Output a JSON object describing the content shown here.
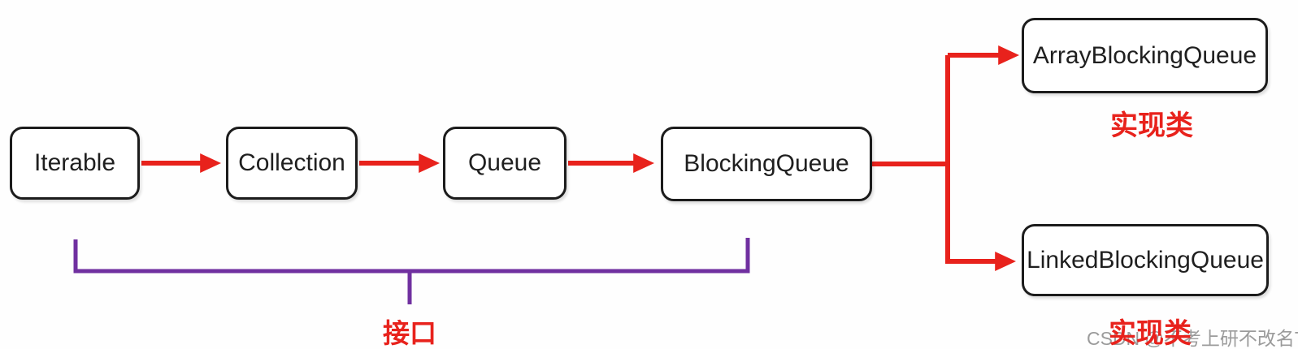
{
  "diagram": {
    "nodes": [
      {
        "label": "Iterable"
      },
      {
        "label": "Collection"
      },
      {
        "label": "Queue"
      },
      {
        "label": "BlockingQueue"
      },
      {
        "label": "ArrayBlockingQueue"
      },
      {
        "label": "LinkedBlockingQueue"
      }
    ],
    "edges": [
      {
        "from": "Iterable",
        "to": "Collection"
      },
      {
        "from": "Collection",
        "to": "Queue"
      },
      {
        "from": "Queue",
        "to": "BlockingQueue"
      },
      {
        "from": "BlockingQueue",
        "to": "ArrayBlockingQueue"
      },
      {
        "from": "BlockingQueue",
        "to": "LinkedBlockingQueue"
      }
    ],
    "annotations": {
      "interface_group_label": "接口",
      "array_impl_label": "实现类",
      "linked_impl_label": "实现类"
    },
    "colors": {
      "arrow_red": "#e8221c",
      "bracket_purple": "#7030a0",
      "annotation_red": "#e8221c",
      "node_border": "#1c1c1c",
      "node_fill": "#ffffff",
      "watermark_gray": "#9b9b9b"
    },
    "watermark": "CSDN @不考上研不改名TL"
  }
}
